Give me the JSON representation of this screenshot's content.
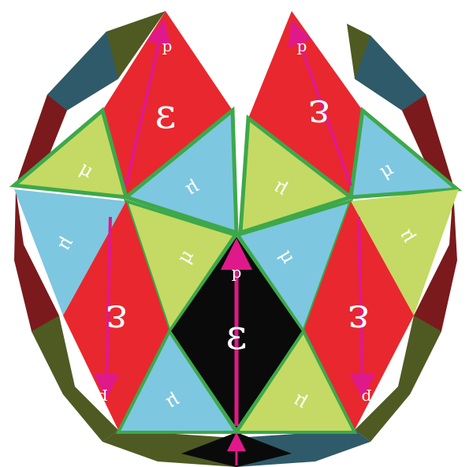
{
  "diagram": {
    "colors": {
      "red": "#e8282e",
      "blue": "#7ec7e0",
      "yellow": "#c4da64",
      "black": "#0a0a0a",
      "dark_red": "#7a1a1c",
      "dark_green": "#4e5a22",
      "dark_blue": "#2f5a6a",
      "edge_green": "#3da84a",
      "arrow": "#e0198a"
    },
    "rhombus_labels": {
      "top_left": "ε",
      "top_right": "ε",
      "center": "ε",
      "bottom_left": "ε",
      "bottom_right": "ε"
    },
    "triangle_label": "μ",
    "vector_labels": {
      "top_left": "p",
      "top_right": "p",
      "center": "p",
      "bottom_left": "p",
      "bottom_right": "p"
    }
  }
}
